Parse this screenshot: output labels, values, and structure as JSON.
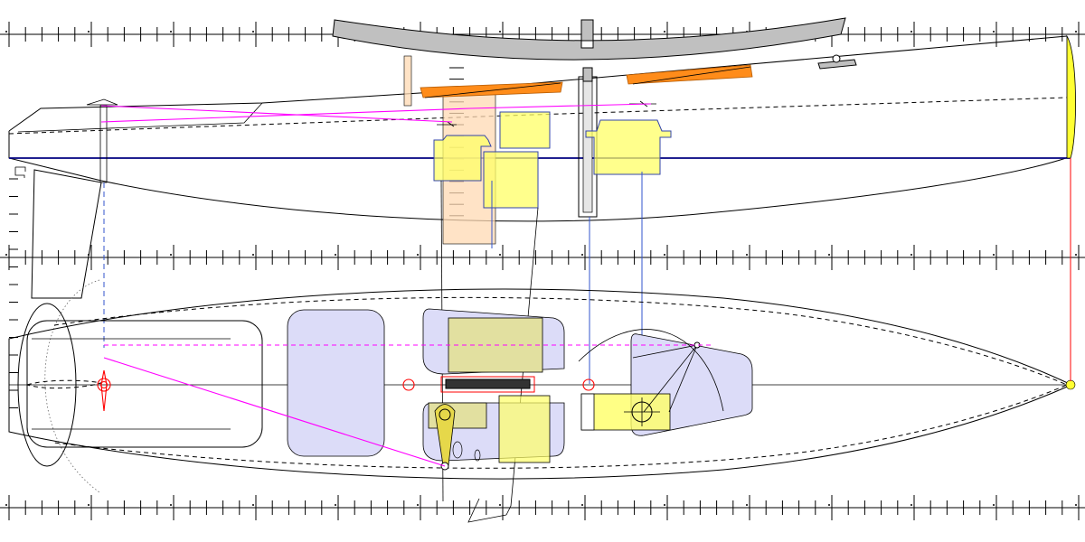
{
  "drawing": {
    "views": [
      "side-elevation",
      "plan-view"
    ],
    "rulers": 3,
    "colors": {
      "waterline": "#000080",
      "control_lines": "#ff00ff",
      "servo_blocks": "#ffff66",
      "battery_bays": "#dcdcf8",
      "propellers": "#ff8c1a",
      "pivots": "#ff0000",
      "boom": "#c0c0c0",
      "frame": "#ffd9b3"
    }
  }
}
